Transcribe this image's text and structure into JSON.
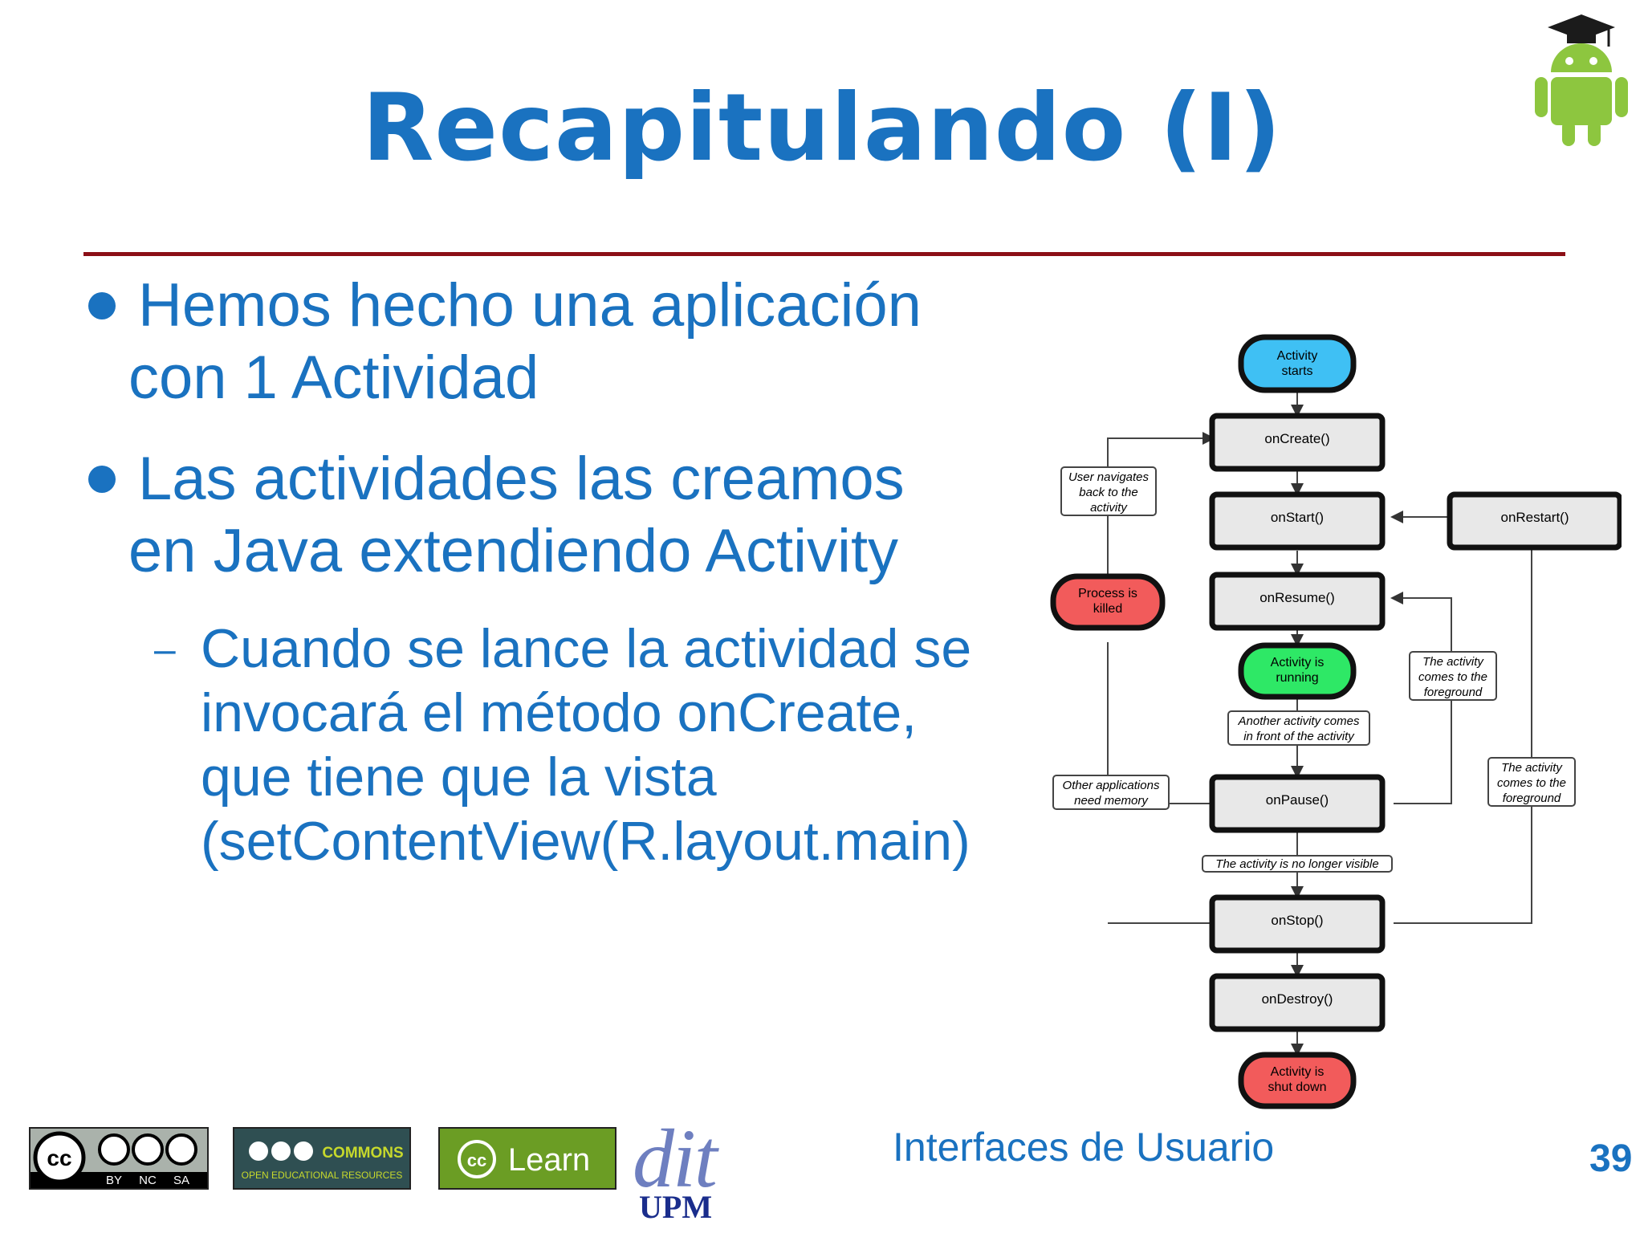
{
  "slide": {
    "title": "Recapitulando (I)",
    "bullets": [
      {
        "line1": "Hemos hecho una aplicación",
        "line2": "con 1 Actividad"
      },
      {
        "line1": "Las actividades las creamos",
        "line2": "en Java extendiendo Activity"
      }
    ],
    "sub_bullet": {
      "dash": "–",
      "lines": [
        "Cuando se lance la actividad se",
        "invocará el método onCreate,",
        "que tiene que la vista",
        "(setContentView(R.layout.main)"
      ]
    },
    "footer": {
      "course": "Interfaces de Usuario",
      "page": "39"
    }
  },
  "diagram": {
    "nodes": {
      "activity_starts": [
        "Activity",
        "starts"
      ],
      "on_create": "onCreate()",
      "on_start": "onStart()",
      "on_restart": "onRestart()",
      "on_resume": "onResume()",
      "activity_running": [
        "Activity is",
        "running"
      ],
      "on_pause": "onPause()",
      "on_stop": "onStop()",
      "on_destroy": "onDestroy()",
      "activity_shut_down": [
        "Activity is",
        "shut down"
      ],
      "process_killed": [
        "Process is",
        "killed"
      ]
    },
    "labels": {
      "user_navigates": [
        "User navigates",
        "back to the",
        "activity"
      ],
      "another_activity": [
        "Another activity comes",
        "in front of the activity"
      ],
      "other_apps": [
        "Other applications",
        "need memory"
      ],
      "no_longer_visible": "The activity is no longer visible",
      "comes_foreground_1": [
        "The activity",
        "comes to the",
        "foreground"
      ],
      "comes_foreground_2": [
        "The activity",
        "comes to the",
        "foreground"
      ]
    },
    "colors": {
      "start": "#3fc0f4",
      "running": "#2ee866",
      "end": "#f25b5b",
      "box": "#e8e8e8"
    }
  },
  "logos": {
    "cc_license": [
      "BY",
      "NC",
      "SA"
    ],
    "oer": {
      "top": "COMMONS",
      "bottom": "OPEN EDUCATIONAL RESOURCES"
    },
    "cclearn": "Learn",
    "dit": {
      "top": "dit",
      "bottom": "UPM"
    }
  },
  "icons": {
    "android": "android-graduate-icon"
  }
}
